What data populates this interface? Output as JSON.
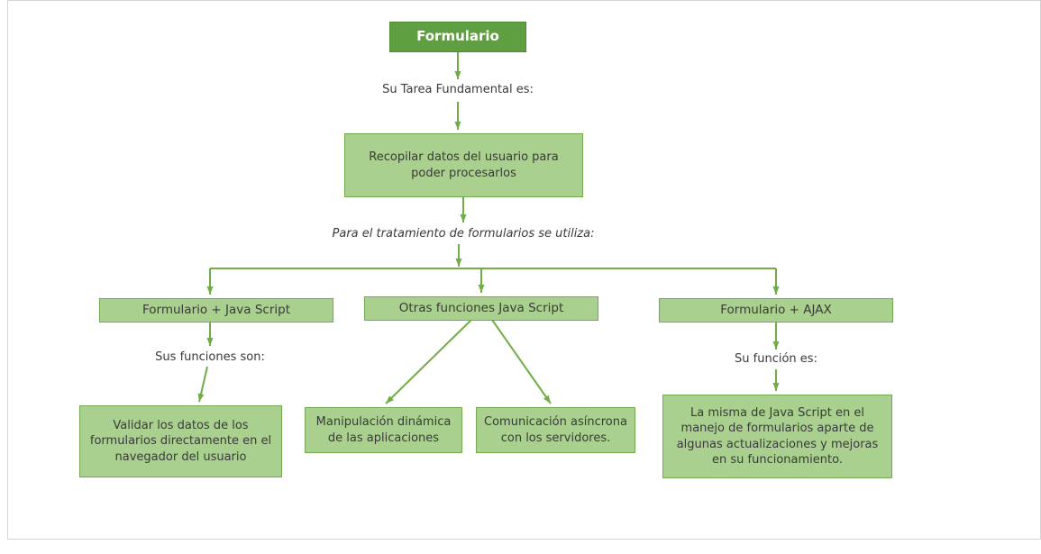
{
  "colors": {
    "root_fill": "#5f9e41",
    "root_border": "#4f8a35",
    "box_fill": "#a9d08e",
    "box_border": "#74a952",
    "arrow": "#70ad47",
    "text": "#3a3a3a",
    "frame_border": "#d4d4d4"
  },
  "diagram": {
    "root_label": "Formulario",
    "task_caption": "Su Tarea Fundamental es:",
    "task_box": "Recopilar datos del usuario para poder procesarlos",
    "split_caption": "Para el tratamiento de formularios se utiliza:",
    "left_branch": {
      "title": "Formulario + Java Script",
      "caption": "Sus funciones son:",
      "detail": "Validar los datos de los formularios directamente en el navegador del usuario"
    },
    "middle_branch": {
      "title": "Otras funciones Java Script",
      "details": [
        "Manipulación dinámica de las aplicaciones",
        "Comunicación asíncrona con los servidores."
      ]
    },
    "right_branch": {
      "title": "Formulario + AJAX",
      "caption": "Su función es:",
      "detail": "La misma de Java Script en el manejo de formularios aparte de algunas actualizaciones y mejoras en su funcionamiento."
    }
  }
}
